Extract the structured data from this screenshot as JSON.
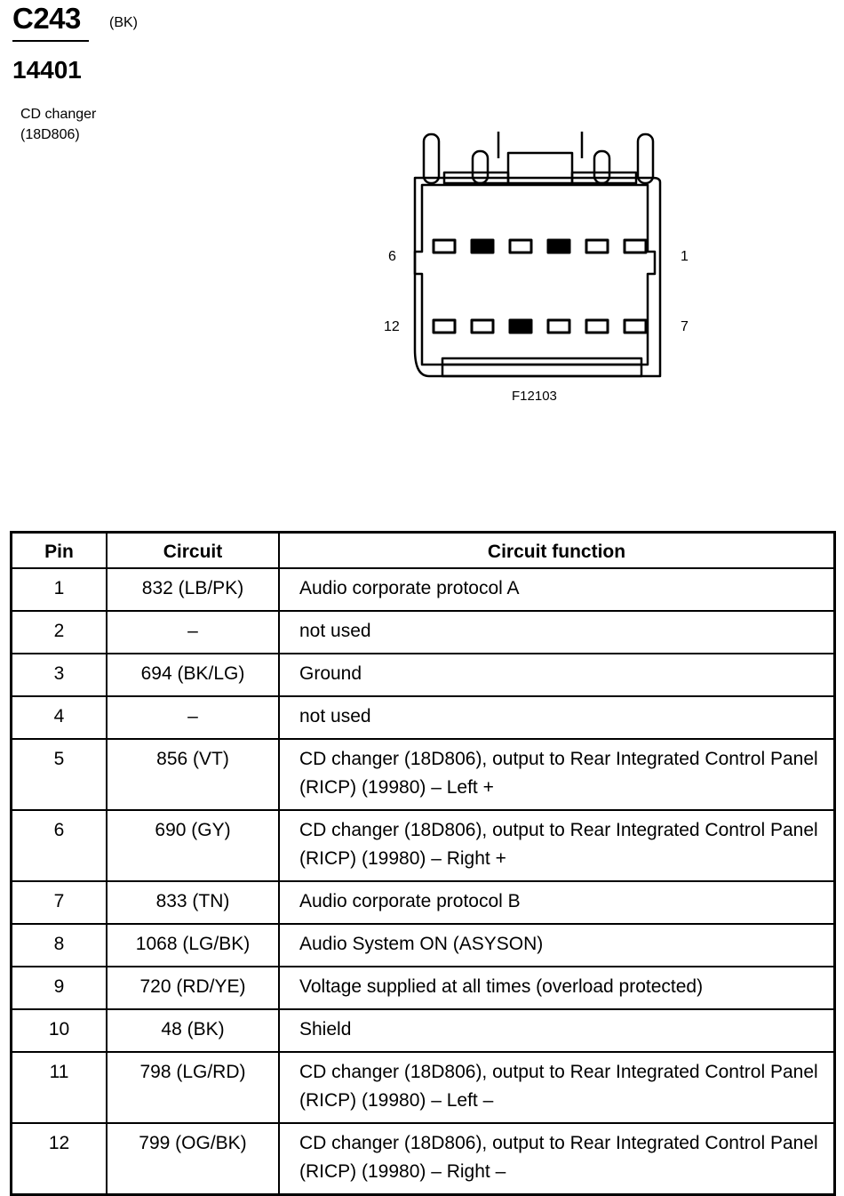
{
  "header": {
    "connector_id": "C243",
    "connector_color": "(BK)",
    "part_number": "14401",
    "component_name": "CD changer",
    "component_code": "(18D806)"
  },
  "diagram": {
    "pin_labels": {
      "top_left": "6",
      "top_right": "1",
      "bottom_left": "12",
      "bottom_right": "7"
    },
    "figure_id": "F12103",
    "filled_cavities": [
      3,
      5,
      10
    ]
  },
  "table": {
    "headers": {
      "pin": "Pin",
      "circuit": "Circuit",
      "function": "Circuit function"
    },
    "rows": [
      {
        "pin": "1",
        "circuit": "832 (LB/PK)",
        "function": "Audio corporate protocol A"
      },
      {
        "pin": "2",
        "circuit": "–",
        "function": "not used"
      },
      {
        "pin": "3",
        "circuit": "694 (BK/LG)",
        "function": "Ground"
      },
      {
        "pin": "4",
        "circuit": "–",
        "function": "not used"
      },
      {
        "pin": "5",
        "circuit": "856 (VT)",
        "function": "CD changer (18D806), output to Rear Integrated Control Panel (RICP) (19980) – Left +"
      },
      {
        "pin": "6",
        "circuit": "690 (GY)",
        "function": "CD changer (18D806), output to Rear Integrated Control Panel (RICP) (19980) – Right +"
      },
      {
        "pin": "7",
        "circuit": "833 (TN)",
        "function": "Audio corporate protocol B"
      },
      {
        "pin": "8",
        "circuit": "1068 (LG/BK)",
        "function": "Audio System ON (ASYSON)"
      },
      {
        "pin": "9",
        "circuit": "720 (RD/YE)",
        "function": "Voltage supplied at all times (overload protected)"
      },
      {
        "pin": "10",
        "circuit": "48  (BK)",
        "function": "Shield"
      },
      {
        "pin": "11",
        "circuit": "798 (LG/RD)",
        "function": "CD changer (18D806), output to Rear Integrated Control Panel (RICP) (19980) – Left –"
      },
      {
        "pin": "12",
        "circuit": "799 (OG/BK)",
        "function": "CD changer (18D806), output to Rear Integrated Control Panel (RICP) (19980) – Right –"
      }
    ]
  }
}
